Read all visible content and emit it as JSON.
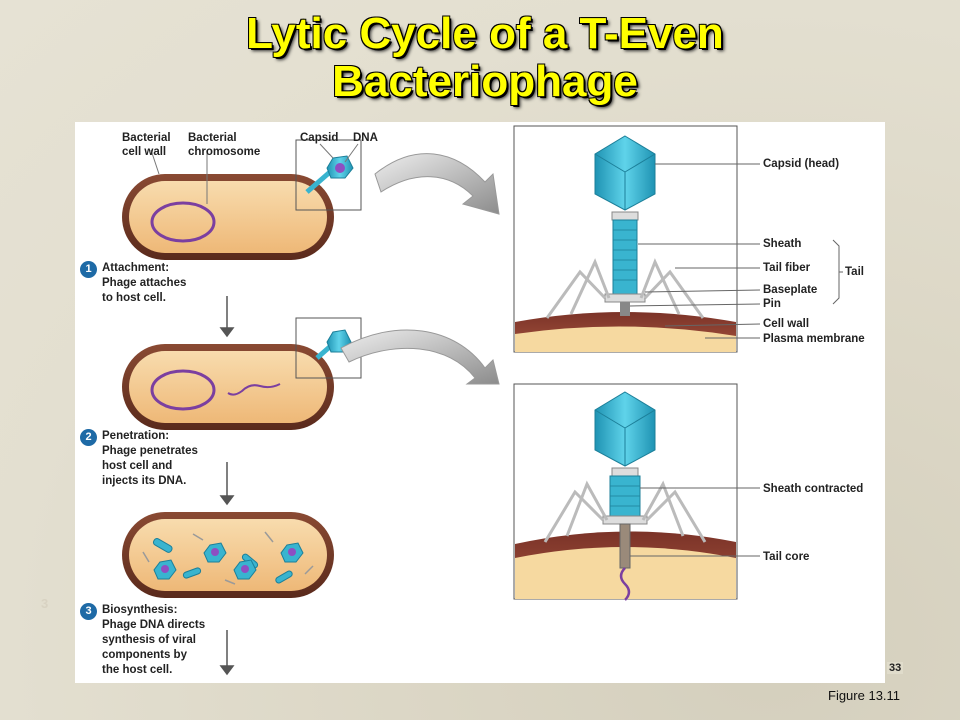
{
  "slide": {
    "title_line1": "Lytic Cycle of a T-Even",
    "title_line2": "Bacteriophage",
    "page_number": "33",
    "figure_ref": "Figure 13.11",
    "ghost_mark": "3"
  },
  "labels": {
    "bacterial_cell_wall": "Bacterial\ncell wall",
    "bacterial_chromosome": "Bacterial\nchromosome",
    "capsid": "Capsid",
    "dna": "DNA",
    "capsid_head": "Capsid (head)",
    "sheath": "Sheath",
    "tail_fiber": "Tail fiber",
    "baseplate": "Baseplate",
    "pin": "Pin",
    "tail": "Tail",
    "cell_wall": "Cell wall",
    "plasma_membrane": "Plasma membrane",
    "sheath_contracted": "Sheath contracted",
    "tail_core": "Tail core"
  },
  "steps": [
    {
      "number": "1",
      "title": "Attachment:",
      "text": [
        "Phage attaches",
        "to host cell."
      ]
    },
    {
      "number": "2",
      "title": "Penetration:",
      "text": [
        "Phage penetrates",
        "host cell and",
        "injects its DNA."
      ]
    },
    {
      "number": "3",
      "title": "Biosynthesis:",
      "text": [
        "Phage DNA directs",
        "synthesis of viral",
        "components by",
        "the host cell."
      ]
    }
  ],
  "colors": {
    "title": "#ffff00",
    "cell_wall": "#7a3f2a",
    "cytoplasm": "#f4c98e",
    "chromosome": "#7b3fa0",
    "phage": "#39b4cf",
    "step_badge": "#1e6aa6"
  }
}
